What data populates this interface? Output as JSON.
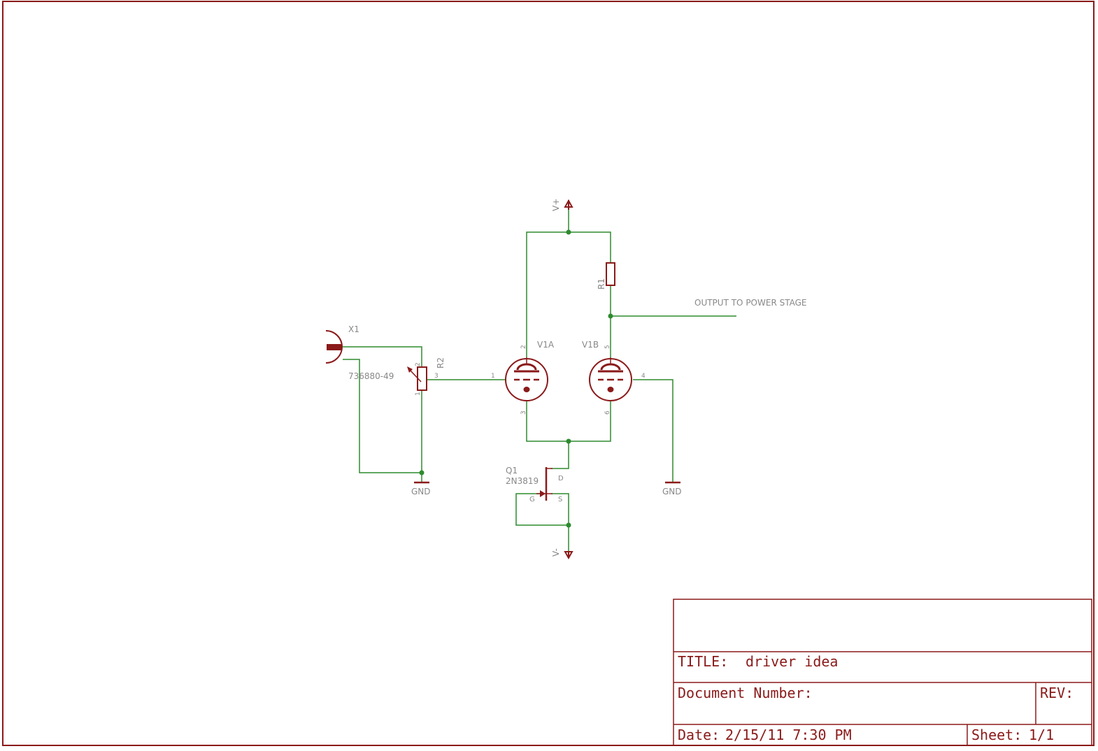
{
  "colors": {
    "frame": "#8b1a1a",
    "wire": "#2e8b2e",
    "part": "#8b1a1a",
    "label": "#888888"
  },
  "components": {
    "x1": {
      "name": "X1",
      "value": "736880-49"
    },
    "r2": {
      "name": "R2",
      "pin_wiper": "2",
      "pin_top": "3",
      "pin_bottom": "1"
    },
    "r1": {
      "name": "R1"
    },
    "v1a": {
      "name": "V1A",
      "pin_anode": "2",
      "pin_grid": "1",
      "pin_cathode": "3"
    },
    "v1b": {
      "name": "V1B",
      "pin_anode": "5",
      "pin_grid": "4",
      "pin_cathode": "6"
    },
    "q1": {
      "name": "Q1",
      "value": "2N3819",
      "pin_d": "D",
      "pin_g": "G",
      "pin_s": "S"
    }
  },
  "supplies": {
    "vplus": "V+",
    "vminus": "V-",
    "gnd_left": "GND",
    "gnd_right": "GND"
  },
  "net_labels": {
    "output": "OUTPUT TO POWER STAGE"
  },
  "title_block": {
    "title_label": "TITLE:",
    "title_value": "driver idea",
    "doc_label": "Document Number:",
    "rev_label": "REV:",
    "date_label": "Date:",
    "date_value": "2/15/11 7:30 PM",
    "sheet_label": "Sheet:",
    "sheet_value": "1/1"
  }
}
